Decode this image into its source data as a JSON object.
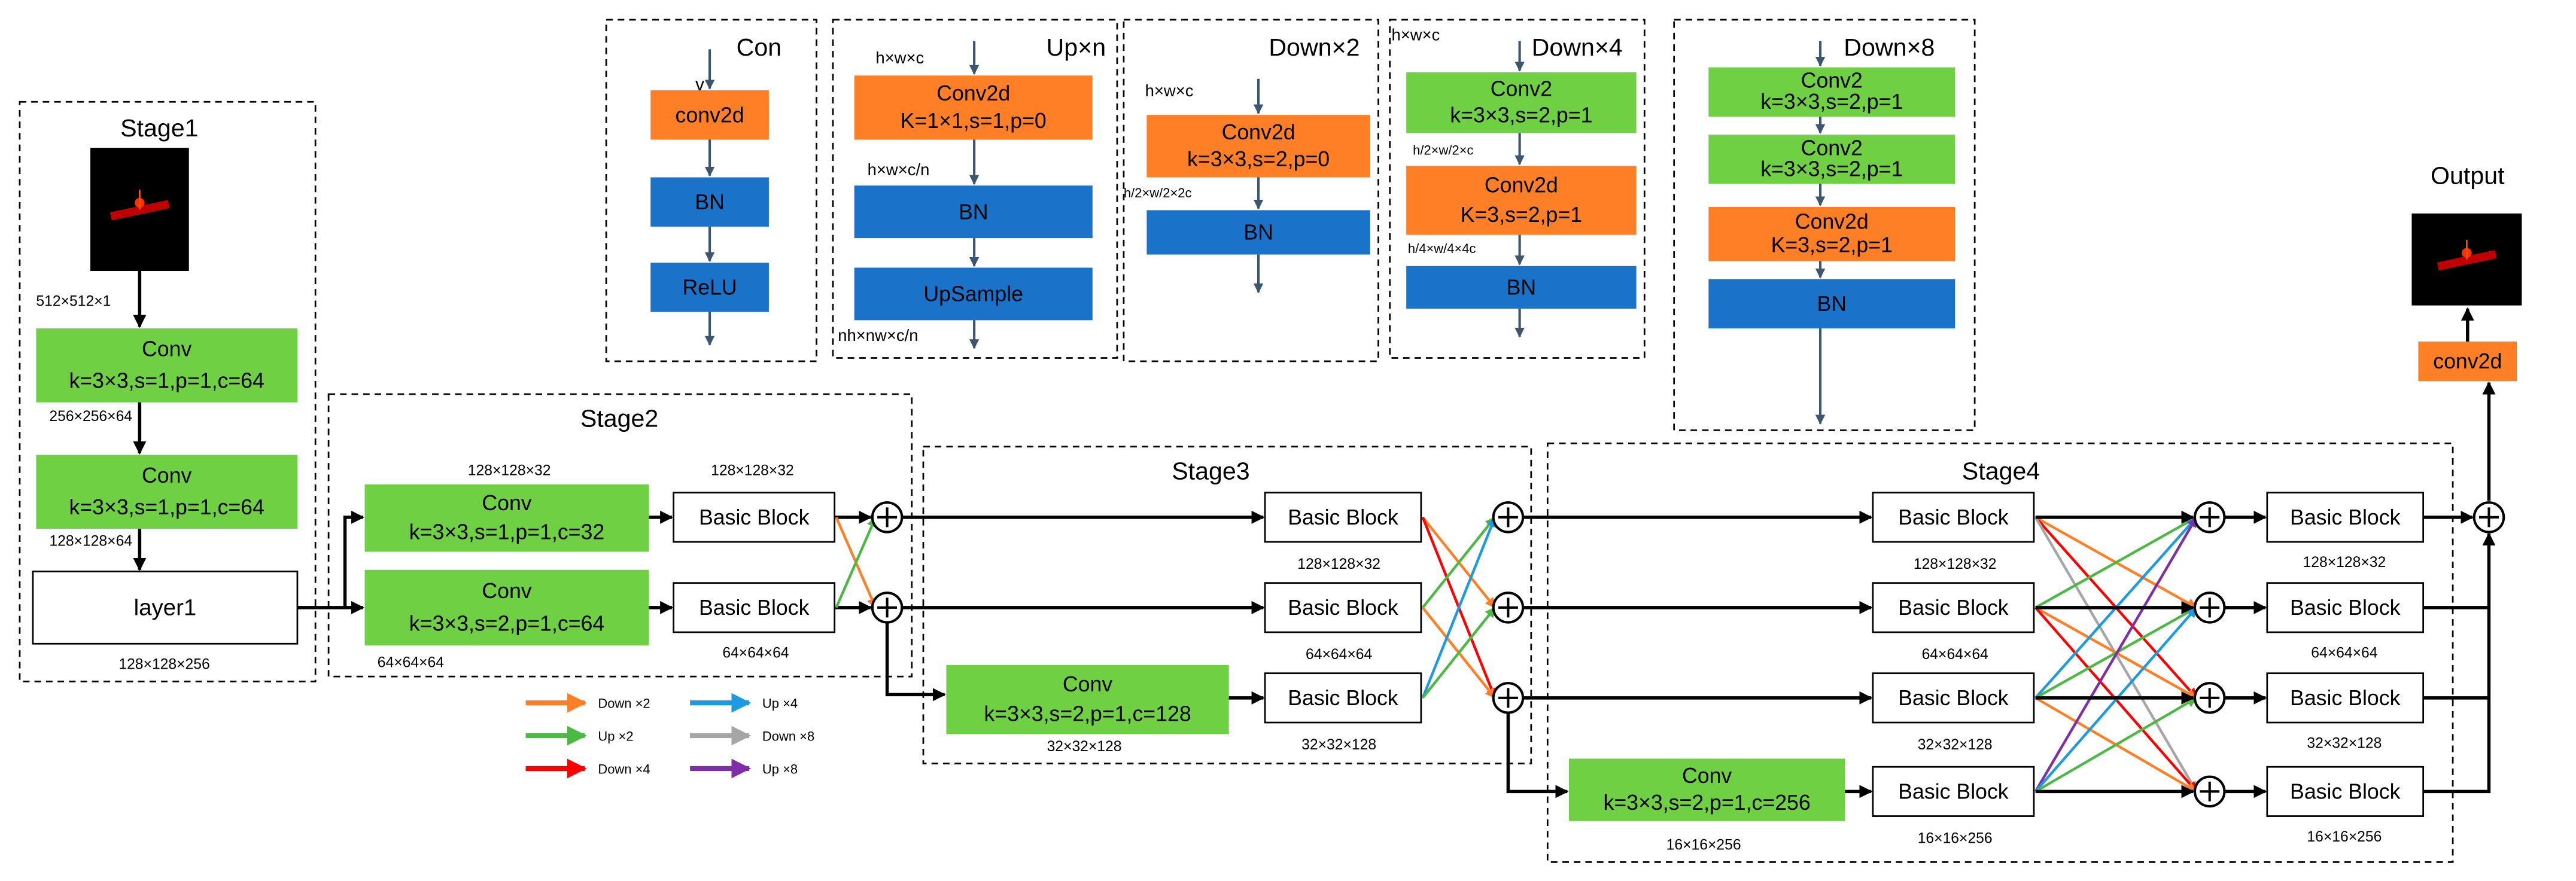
{
  "colors": {
    "conv_green": "#6fd044",
    "conv_orange": "#ff7f27",
    "bn_blue": "#1a73c9",
    "flow_arrow": "#3d5670",
    "main_arrow": "#000000"
  },
  "stage1": {
    "title": "Stage1",
    "input_size": "512×512×1",
    "conv1": [
      "Conv",
      "k=3×3,s=1,p=1,c=64"
    ],
    "size1": "256×256×64",
    "conv2": [
      "Conv",
      "k=3×3,s=1,p=1,c=64"
    ],
    "size2": "128×128×64",
    "layer": "layer1",
    "layer_size": "128×128×256"
  },
  "modules": {
    "con": {
      "title": "Con",
      "note": "v",
      "blocks": [
        "conv2d",
        "BN",
        "ReLU"
      ]
    },
    "up": {
      "title": "Up×n",
      "in": "h×w×c",
      "conv": [
        "Conv2d",
        "K=1×1,s=1,p=0"
      ],
      "mid": "h×w×c/n",
      "bn": "BN",
      "upsample": "UpSample",
      "out": "nh×nw×c/n"
    },
    "down2": {
      "title": "Down×2",
      "in": "h×w×c",
      "conv": [
        "Conv2d",
        "k=3×3,s=2,p=0"
      ],
      "mid": "h/2×w/2×2c",
      "bn": "BN"
    },
    "down4": {
      "title": "Down×4",
      "in": "h×w×c",
      "conv1": [
        "Conv2",
        "k=3×3,s=2,p=1"
      ],
      "mid1": "h/2×w/2×c",
      "conv2": [
        "Conv2d",
        "K=3,s=2,p=1"
      ],
      "mid2": "h/4×w/4×4c",
      "bn": "BN"
    },
    "down8": {
      "title": "Down×8",
      "conv1": [
        "Conv2",
        "k=3×3,s=2,p=1"
      ],
      "conv2": [
        "Conv2",
        "k=3×3,s=2,p=1"
      ],
      "conv3": [
        "Conv2d",
        "K=3,s=2,p=1"
      ],
      "bn": "BN"
    }
  },
  "stage2": {
    "title": "Stage2",
    "block_label": "Basic Block",
    "conv_a": [
      "Conv",
      "k=3×3,s=1,p=1,c=32"
    ],
    "conv_b": [
      "Conv",
      "k=3×3,s=2,p=1,c=64"
    ],
    "conv_a_size": "128×128×32",
    "conv_b_size": "64×64×64",
    "block_a_size": "128×128×32",
    "block_b_size": "64×64×64"
  },
  "stage3": {
    "title": "Stage3",
    "block_label": "Basic Block",
    "block_sizes": [
      "128×128×32",
      "64×64×64",
      "32×32×128"
    ],
    "conv": [
      "Conv",
      "k=3×3,s=2,p=1,c=128"
    ],
    "conv_size": "32×32×128"
  },
  "stage4": {
    "title": "Stage4",
    "block_label": "Basic Block",
    "left_sizes": [
      "128×128×32",
      "64×64×64",
      "32×32×128",
      "16×16×256"
    ],
    "right_sizes": [
      "128×128×32",
      "64×64×64",
      "32×32×128",
      "16×16×256"
    ],
    "conv": [
      "Conv",
      "k=3×3,s=2,p=1,c=256"
    ],
    "conv_size": "16×16×256"
  },
  "output": {
    "title": "Output",
    "conv": "conv2d"
  },
  "legend": [
    {
      "label": "Down ×2",
      "color": "#ff7f27",
      "shift": 1
    },
    {
      "label": "Up ×4",
      "color": "#1e9be0",
      "shift": -2
    },
    {
      "label": "Up ×2",
      "color": "#4cb944",
      "shift": -1
    },
    {
      "label": "Down ×8",
      "color": "#a6a6a6",
      "shift": 3
    },
    {
      "label": "Down ×4",
      "color": "#ff0000",
      "shift": 2
    },
    {
      "label": "Up ×8",
      "color": "#7e2fa8",
      "shift": -3
    }
  ]
}
